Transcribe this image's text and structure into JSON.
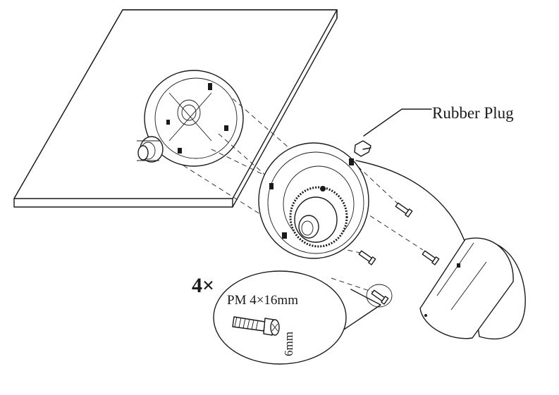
{
  "labels": {
    "rubber_plug": "Rubber Plug",
    "quantity": "4×",
    "screw_spec": "PM 4×16mm",
    "screw_head_size": "6mm"
  },
  "parts": [
    {
      "name": "ceiling-plate"
    },
    {
      "name": "junction-box"
    },
    {
      "name": "camera-base"
    },
    {
      "name": "dome-cover"
    },
    {
      "name": "rubber-plug"
    },
    {
      "name": "screws",
      "count": 4
    }
  ]
}
